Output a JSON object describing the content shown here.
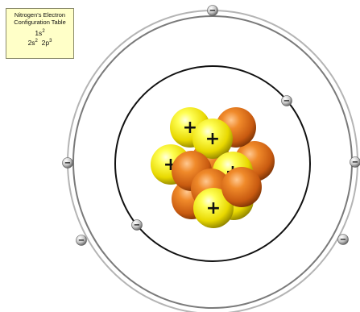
{
  "legend": {
    "title_line1": "Nitrogen's Electron",
    "title_line2": "Configuration Table",
    "shell1": {
      "orbital": "1s",
      "count": "2"
    },
    "shell2": [
      {
        "orbital": "2s",
        "count": "2"
      },
      {
        "orbital": "2p",
        "count": "3"
      }
    ]
  },
  "symbols": {
    "proton": "+",
    "electron": "−"
  },
  "colors": {
    "proton": "#ffe600",
    "neutron": "#e8731a",
    "orbit_inner": "#111111",
    "orbit_outer": "#9a9a9a",
    "electron": "#d8d8d8",
    "legend_bg": "#ffffc8"
  },
  "counts": {
    "protons": 7,
    "neutrons": 7,
    "electrons": 7
  }
}
